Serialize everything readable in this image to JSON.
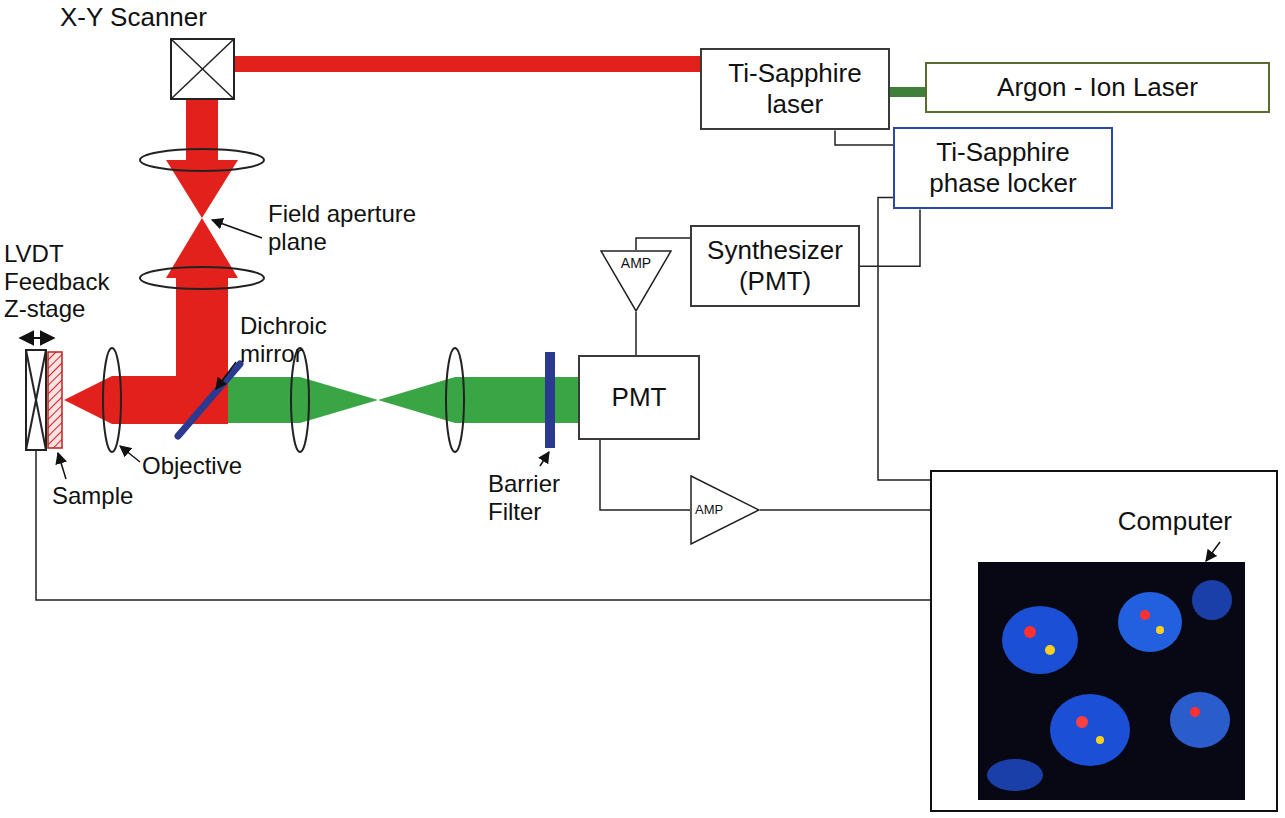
{
  "diagram": {
    "nodes": [
      {
        "text": [
          "X-Y Scanner"
        ]
      },
      {
        "text": [
          "Ti-Sapphire laser"
        ]
      },
      {
        "text": [
          "Argon - Ion Laser"
        ]
      },
      {
        "text": [
          "Ti-Sapphire phase locker"
        ]
      },
      {
        "text": [
          "Synthesizer (PMT)"
        ]
      },
      {
        "text": [
          "AMP"
        ]
      },
      {
        "text": [
          "PMT"
        ]
      },
      {
        "text": [
          "AMP"
        ]
      },
      {
        "text": [
          "Computer"
        ]
      }
    ],
    "edges": [
      {
        "from": 1,
        "to": 0,
        "arrow": "none"
      },
      {
        "from": 2,
        "to": 1,
        "arrow": "none"
      },
      {
        "from": 1,
        "to": 3,
        "arrow": "none"
      },
      {
        "from": 4,
        "to": 3,
        "arrow": "none"
      },
      {
        "from": 4,
        "to": 5,
        "arrow": "none"
      },
      {
        "from": 5,
        "to": 6,
        "arrow": "none"
      },
      {
        "from": 6,
        "to": 7,
        "arrow": "none"
      },
      {
        "from": 7,
        "to": 8,
        "arrow": "none"
      },
      {
        "from": 3,
        "to": 8,
        "arrow": "none"
      }
    ],
    "labels": [
      "Field aperture plane",
      "LVDT Feedback Z-stage",
      "Dichroic mirror",
      "Objective",
      "Sample",
      "Barrier Filter"
    ]
  }
}
